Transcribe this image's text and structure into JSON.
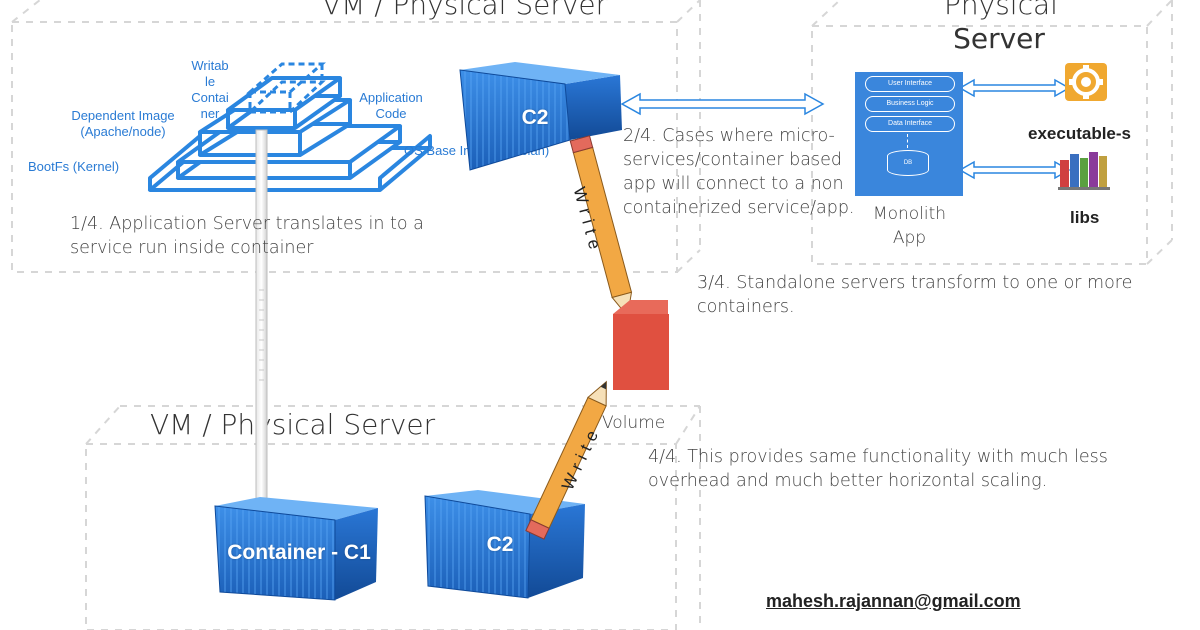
{
  "colors": {
    "accent_blue": "#1f77d9",
    "container_blue": "#1a6fd0",
    "volume_red": "#e05040",
    "pencil_orange": "#f0a040",
    "dashed_line": "#d0d0d0"
  },
  "top_server": {
    "title": "VM / Physical Server"
  },
  "physical_server": {
    "title_line1": "Physical",
    "title_line2": "Server"
  },
  "bottom_server": {
    "title": "VM / Physical Server"
  },
  "layers": {
    "writable_line1": "Writab",
    "writable_line2": "le",
    "writable_line3": "Contai",
    "writable_line4": "ner",
    "application_code_line1": "Application",
    "application_code_line2": "Code",
    "dependent_image_line1": "Dependent Image",
    "dependent_image_line2": "(Apache/node)",
    "os_base": "OS Base Image (Debian)",
    "bootfs": "BootFs (Kernel)"
  },
  "containers": {
    "top_c2": "C2",
    "bottom_c1": "Container - C1",
    "bottom_c2": "C2"
  },
  "pencils": {
    "top": "Write",
    "bottom": "Write"
  },
  "volume": {
    "label": "Volume"
  },
  "monolith": {
    "layer1": "User Interface",
    "layer2": "Business Logic",
    "layer3": "Data Interface",
    "db": "DB",
    "label_line1": "Monolith",
    "label_line2": "App"
  },
  "executables_label": "executable-s",
  "libs_label": "libs",
  "notes": {
    "note1": "1/4. Application Server translates in to a service run inside container",
    "note2": "2/4. Cases where micro-services/container based app will connect to a non containerized service/app.",
    "note3": "3/4. Standalone servers transform to one or more containers.",
    "note4": "4/4. This provides same functionality with much less overhead and much better horizontal scaling."
  },
  "email": "mahesh.rajannan@gmail.com"
}
